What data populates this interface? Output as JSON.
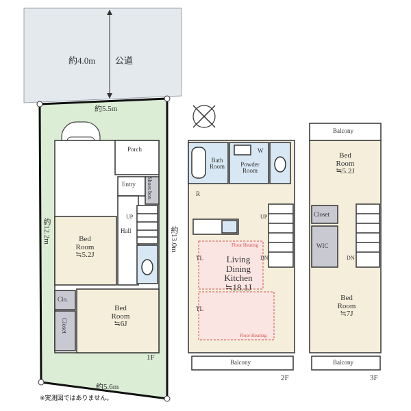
{
  "site": {
    "road_width": "約4.0m",
    "road_type": "公道",
    "frontage_top": "約5.5m",
    "frontage_bottom": "約5.6m",
    "depth_left": "約12.2m",
    "depth_right": "約13.0m",
    "disclaimer": "※実測図ではありません。"
  },
  "floor1": {
    "label": "1F",
    "porch": "Porch",
    "entry": "Entry",
    "shoes_box": "Shoes box",
    "hall": "Hall",
    "up": "UP",
    "bed_a": {
      "l1": "Bed",
      "l2": "Room",
      "l3": "≒5.2J"
    },
    "bed_b": {
      "l1": "Bed",
      "l2": "Room",
      "l3": "≒6J"
    },
    "clo": "Clo.",
    "closet": "Closet"
  },
  "floor2": {
    "label": "2F",
    "bath": {
      "l1": "Bath",
      "l2": "Room"
    },
    "powder": {
      "l1": "Powder",
      "l2": "Room"
    },
    "w": "W",
    "r": "R",
    "up": "UP",
    "dn": "DN",
    "ldk": {
      "l1": "Living",
      "l2": "Dining",
      "l3": "Kitchen",
      "l4": "≒18.1J"
    },
    "floor_heating": "Floor Heating",
    "tl": "TL",
    "balcony": "Balcony"
  },
  "floor3": {
    "label": "3F",
    "balcony_top": "Balcony",
    "balcony_bottom": "Balcony",
    "bed_a": {
      "l1": "Bed",
      "l2": "Room",
      "l3": "≒5.2J"
    },
    "bed_b": {
      "l1": "Bed",
      "l2": "Room",
      "l3": "≒7J"
    },
    "closet": "Closet",
    "wic": "WIC",
    "dn": "DN"
  },
  "colors": {
    "road": "#e4e9ee",
    "lot": "#dcedd6",
    "room": "#f5eedb",
    "wet": "#d7e8f4",
    "storage": "#c9c9d2",
    "wall": "#333333"
  }
}
